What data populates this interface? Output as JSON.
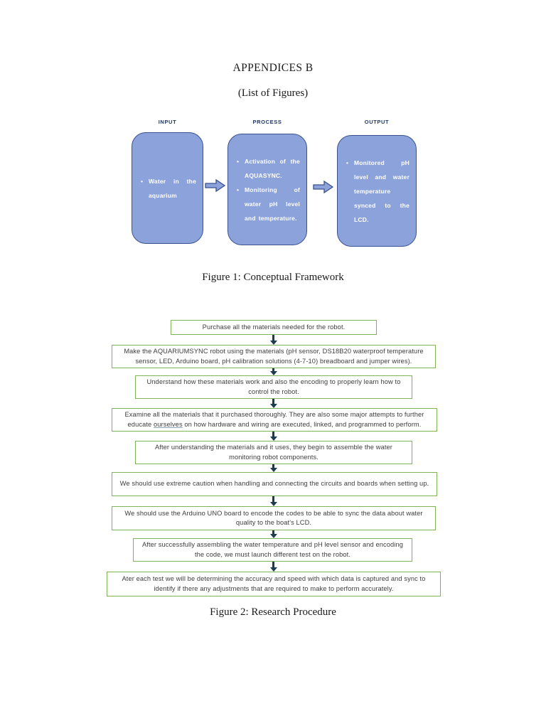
{
  "document": {
    "title": "APPENDICES B",
    "subtitle": "(List of Figures)"
  },
  "figure1": {
    "caption": "Figure 1: Conceptual Framework",
    "columns": [
      {
        "label": "INPUT",
        "bullets": [
          "Water in the aquarium"
        ]
      },
      {
        "label": "PROCESS",
        "bullets": [
          "Activation of the AQUASYNC.",
          "Monitoring of water pH level and temperature."
        ]
      },
      {
        "label": "OUTPUT",
        "bullets": [
          "Monitored pH level and water temperature synced to the LCD."
        ]
      }
    ],
    "colors": {
      "box_fill": "#8CA2DB",
      "box_border": "#3A528F",
      "box_text": "#FFFFFF",
      "label_text": "#1F3864"
    }
  },
  "figure2": {
    "caption": "Figure 2: Research Procedure",
    "colors": {
      "box_border": "#7FB356",
      "arrow": "#1B3C50",
      "text": "#3D3D3D"
    },
    "steps": [
      {
        "text": "Purchase all the materials needed for the robot."
      },
      {
        "text": "Make the AQUARIUMSYNC robot using the materials (pH sensor, DS18B20 waterproof temperature sensor, LED, Arduino board, pH calibration solutions (4-7-10) breadboard and jumper wires)."
      },
      {
        "text": "Understand how these materials work and also the encoding to properly learn how to control the robot."
      },
      {
        "text_before": "Examine all the materials that it purchased thoroughly. They are also some major attempts to further educate ",
        "underlined_word": "ourselves",
        "text_after": " on how hardware and wiring are executed, linked, and programmed to perform."
      },
      {
        "text": "After understanding the materials and it uses, they begin to assemble the water monitoring robot components."
      },
      {
        "text": "We should use extreme caution when handling and connecting the circuits and boards when setting up."
      },
      {
        "text": "We should use the Arduino UNO board to encode the codes to be able to sync the data about water quality to the boat's LCD."
      },
      {
        "text": "After successfully assembling the water temperature and pH level sensor and encoding the code, we must launch different test on the robot."
      },
      {
        "text": "Ater each test we will be determining the accuracy and speed with which data is captured and sync to identify if there any adjustments that are required to make to perform accurately."
      }
    ]
  }
}
